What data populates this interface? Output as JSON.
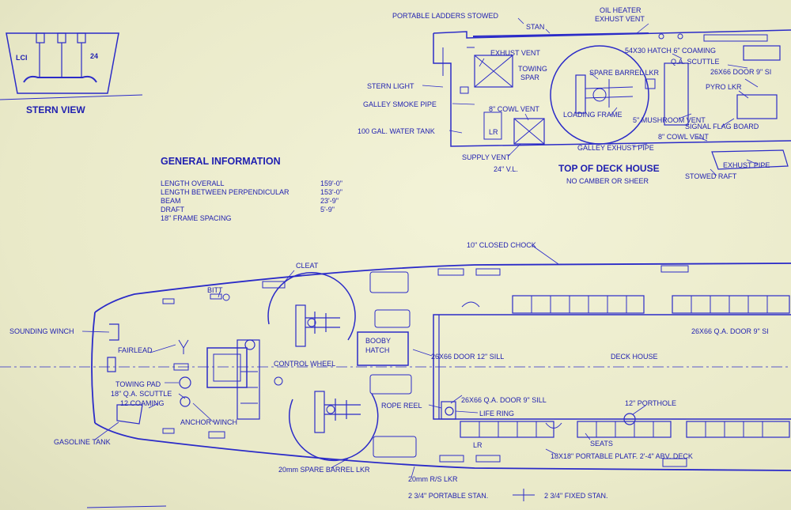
{
  "stern_view": {
    "title": "STERN VIEW",
    "left_mark": "LCI",
    "right_mark": "24"
  },
  "general_information": {
    "title": "GENERAL INFORMATION",
    "rows": [
      {
        "label": "LENGTH OVERALL",
        "value": "159'-0\""
      },
      {
        "label": "LENGTH BETWEEN PERPENDICULAR",
        "value": "153'-0\""
      },
      {
        "label": "BEAM",
        "value": "23'-9\""
      },
      {
        "label": "DRAFT",
        "value": "5'-9\""
      },
      {
        "label": "18\" FRAME SPACING",
        "value": ""
      }
    ]
  },
  "deck_house_top": {
    "title": "TOP OF DECK HOUSE",
    "subtitle": "NO CAMBER OR SHEER",
    "labels": {
      "portable_ladders": "PORTABLE LADDERS STOWED",
      "stan": "STAN",
      "oil_heater_1": "OIL HEATER",
      "oil_heater_2": "EXHUST VENT",
      "exhust_vent": "EXHUST VENT",
      "towing_spar_1": "TOWING",
      "towing_spar_2": "SPAR",
      "spare_barrel": "SPARE BARREL LKR",
      "hatch": "54X30 HATCH 6\" COAMING",
      "qa_scuttle": "Q.A. SCUTTLE",
      "door": "26X66 DOOR 9\" SI",
      "stern_light": "STERN LIGHT",
      "pyro": "PYRO LKR",
      "galley_smoke": "GALLEY SMOKE PIPE",
      "cowl_8": "8\" COWL VENT",
      "loading_frame": "LOADING FRAME",
      "mushroom": "5\" MUSHROOM VENT",
      "signal_flag": "SIGNAL FLAG BOARD",
      "water_tank": "100 GAL. WATER TANK",
      "lr": "LR",
      "cowl_8b": "8\" COWL VENT",
      "supply_vent": "SUPPLY VENT",
      "galley_exhust": "GALLEY EXHUST PIPE",
      "exhust_pipe": "EXHUST PIPE",
      "vl": "24\" V.L.",
      "stowed_raft": "STOWED RAFT"
    }
  },
  "main_deck": {
    "labels": {
      "closed_chock": "10\" CLOSED CHOCK",
      "cleat": "CLEAT",
      "bitt": "BITT",
      "sounding_winch": "SOUNDING WINCH",
      "fairlead": "FAIRLEAD",
      "booby_hatch_1": "BOOBY",
      "booby_hatch_2": "HATCH",
      "door_12": "26X66 DOOR 12\" SILL",
      "deck_house": "DECK HOUSE",
      "qa_door_top": "26X66 Q.A. DOOR 9\" SI",
      "control_wheel": "CONTROL WHEEL",
      "towing_pad": "TOWING PAD",
      "qa_scuttle": "18\" Q.A. SCUTTLE",
      "coaming": "12 COAMING",
      "rope_reel": "ROPE REEL",
      "qa_door_sill": "26X66 Q.A. DOOR 9\" SILL",
      "life_ring": "LIFE RING",
      "porthole": "12\" PORTHOLE",
      "anchor_winch": "ANCHOR WINCH",
      "seats": "SEATS",
      "gasoline_tank": "GASOLINE TANK",
      "lr": "LR",
      "platform": "18X18\" PORTABLE PLATF. 2'-4\" ABV. DECK",
      "spare_barrel": "20mm SPARE BARREL LKR",
      "rs_lkr": "20mm R/S LKR",
      "portable_stan": "2 3/4\" PORTABLE STAN.",
      "fixed_stan": "2 3/4\" FIXED STAN."
    }
  }
}
